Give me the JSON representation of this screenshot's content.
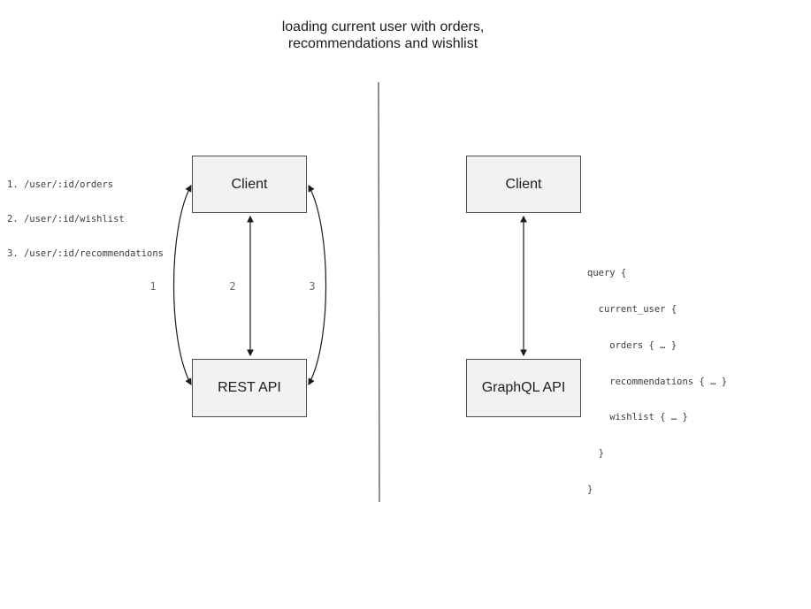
{
  "title": {
    "line1": "loading current user with orders,",
    "line2": "recommendations and wishlist"
  },
  "rest_panel": {
    "endpoints": [
      "1. /user/:id/orders",
      "2. /user/:id/wishlist",
      "3. /user/:id/recommendations"
    ],
    "client_label": "Client",
    "api_label": "REST API",
    "arrow_labels": [
      "1",
      "2",
      "3"
    ]
  },
  "graphql_panel": {
    "client_label": "Client",
    "api_label": "GraphQL API",
    "query_lines": [
      "query {",
      "  current_user {",
      "    orders { … }",
      "    recommendations { … }",
      "    wishlist { … }",
      "  }",
      "}"
    ]
  },
  "colors": {
    "box_fill": "#f2f2f2",
    "box_border": "#4d4d4d",
    "arrow": "#1a1a1a",
    "divider": "#5f5f5f",
    "muted_text": "#6b6b6b",
    "code_text": "#3d3d3d"
  }
}
